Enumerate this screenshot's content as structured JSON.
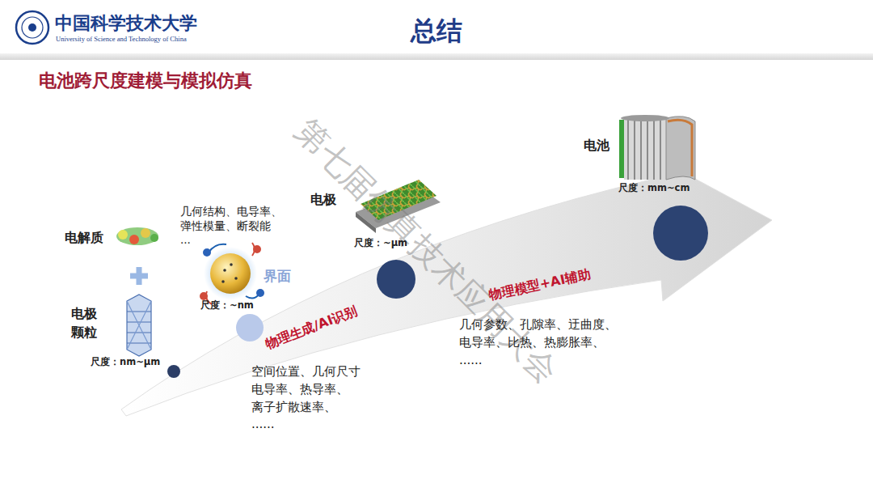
{
  "diagram": {
    "title": "总结",
    "labels": [
      "中国科学技术大学",
      "University of Science and Technology of China",
      "电池跨尺度建模与模拟仿真",
      "电解质",
      "电极 颗粒",
      "尺度：nm~μm",
      "几何结构、电导率、 弹性模量、断裂能 ...",
      "界面",
      "尺度：~nm",
      "电极",
      "尺度：~μm",
      "电池",
      "尺度：mm~cm",
      "物理生成/AI识别",
      "物理模型+AI辅助",
      "空间位置、几何尺寸 电导率、热导率、 离子扩散速率、 ......",
      "几何参数、孔隙率、迂曲度、 电导率、比热、热膨胀率、 ......",
      "第七届仿真技术应用大会"
    ]
  }
}
